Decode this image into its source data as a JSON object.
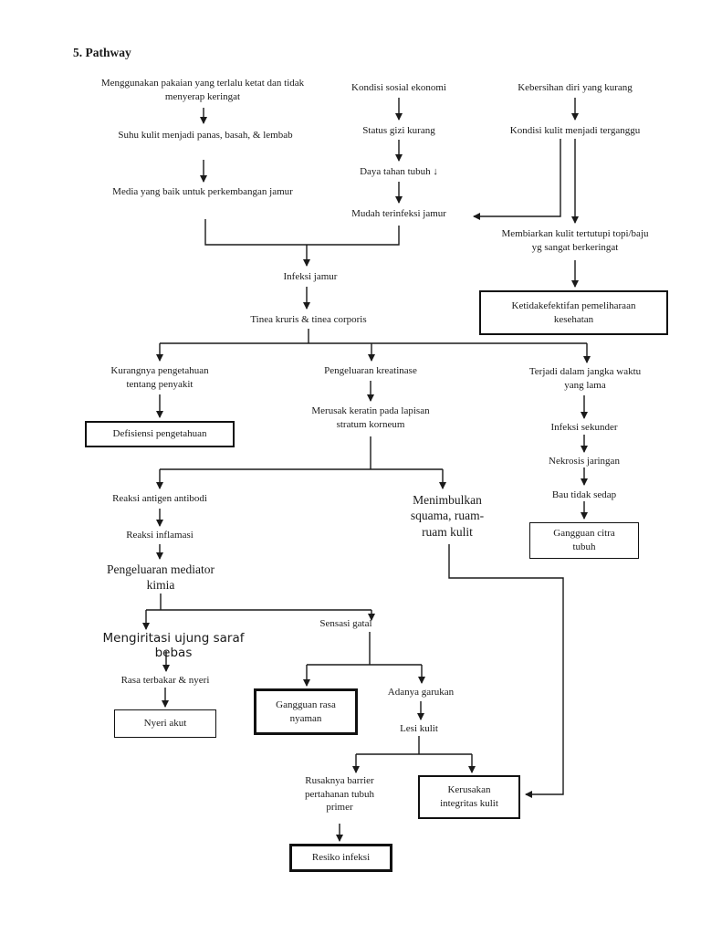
{
  "title": "5. Pathway",
  "colors": {
    "ink": "#1a1a1a",
    "background": "#ffffff"
  },
  "nodes": {
    "pakaian_ketat": "Menggunakan pakaian yang terlalu ketat dan tidak\nmenyerap keringat",
    "suhu_kulit": "Suhu kulit menjadi panas, basah, & lembab",
    "media_jamur": "Media yang baik untuk perkembangan jamur",
    "kondisi_sosial": "Kondisi sosial ekonomi",
    "status_gizi": "Status gizi kurang",
    "daya_tahan": "Daya tahan tubuh ↓",
    "mudah_terinfeksi": "Mudah terinfeksi jamur",
    "kebersihan_diri": "Kebersihan diri yang kurang",
    "kondisi_kulit": "Kondisi kulit menjadi terganggu",
    "membiarkan_kulit": "Membiarkan kulit tertutupi topi/baju\nyg sangat berkeringat",
    "ketidakefektifan": "Ketidakefektifan pemeliharaan\nkesehatan",
    "infeksi_jamur": "Infeksi jamur",
    "tinea": "Tinea kruris & tinea corporis",
    "kurang_pengetahuan": "Kurangnya pengetahuan\ntentang penyakit",
    "defisiensi": "Defisiensi pengetahuan",
    "kreatinase": "Pengeluaran kreatinase",
    "merusak_keratin": "Merusak keratin pada lapisan\nstratum korneum",
    "jangka_waktu": "Terjadi dalam jangka waktu\nyang lama",
    "infeksi_sekunder": "Infeksi sekunder",
    "nekrosis": "Nekrosis jaringan",
    "bau": "Bau tidak sedap",
    "gangguan_citra": "Gangguan citra\ntubuh",
    "reaksi_antigen": "Reaksi antigen antibodi",
    "reaksi_inflamasi": "Reaksi inflamasi",
    "mediator_kimia": "Pengeluaran mediator\nkimia",
    "menimbulkan_squama": "Menimbulkan\nsquama, ruam-\nruam kulit",
    "mengiritasi": "Mengiritasi ujung saraf\nbebas",
    "rasa_terbakar": "Rasa terbakar & nyeri",
    "nyeri_akut": "Nyeri akut",
    "sensasi_gatal": "Sensasi gatal",
    "gangguan_rasa": "Gangguan rasa\nnyaman",
    "adanya_garukan": "Adanya garukan",
    "lesi_kulit": "Lesi kulit",
    "rusaknya_barrier": "Rusaknya barrier\npertahanan tubuh\nprimer",
    "resiko_infeksi": "Resiko infeksi",
    "kerusakan_integritas": "Kerusakan\nintegritas kulit"
  }
}
